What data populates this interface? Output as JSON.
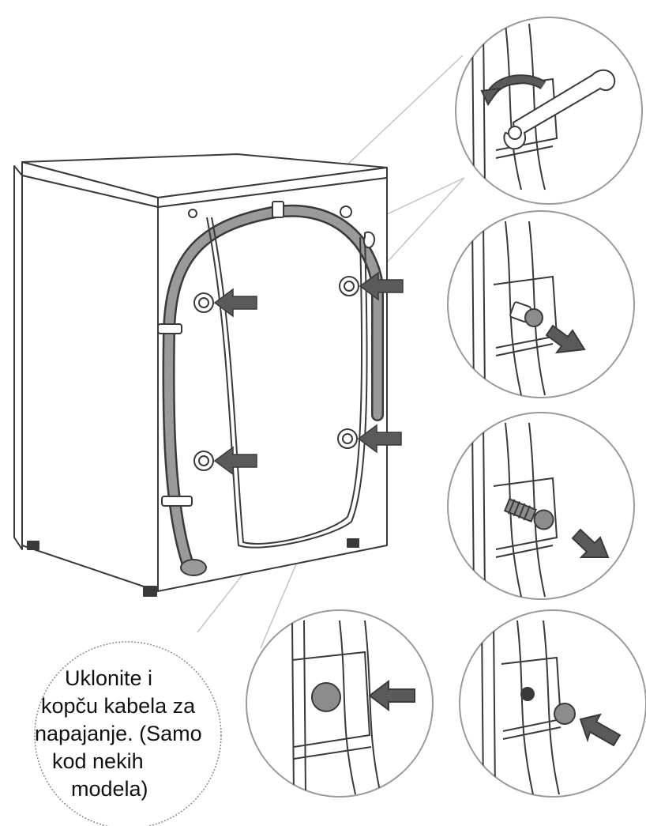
{
  "callout": {
    "lines": [
      "Uklonite i",
      "kopču kabela za",
      "napajanje. (Samo",
      "kod nekih",
      "modela)"
    ]
  },
  "colors": {
    "line": "#3a3a3a",
    "hose_fill": "#9a9a9a",
    "arrow_fill": "#5a5a5a",
    "bolt_fill": "#8c8c8c",
    "leader_line": "#bdbdbd",
    "callout_border": "#8a8a8a"
  },
  "icons": {
    "removal_arrow": "arrow-icon",
    "rotation_arrow": "curved-arrow-icon",
    "tool": "wrench-icon"
  }
}
